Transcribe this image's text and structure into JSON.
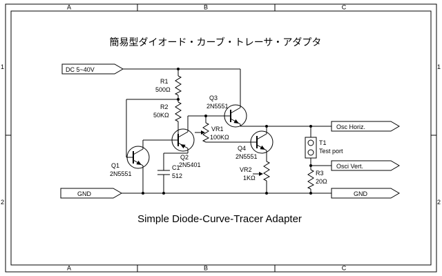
{
  "frame": {
    "columns": [
      "A",
      "B",
      "C"
    ],
    "rows": [
      "1",
      "2"
    ]
  },
  "titles": {
    "japanese": "簡易型ダイオード・カーブ・トレーサ・アダプタ",
    "english": "Simple Diode-Curve-Tracer Adapter"
  },
  "ports": {
    "dc_input": "DC 5~40V",
    "gnd_left": "GND",
    "osc_horiz": "Osc Horiz.",
    "osci_vert": "Osci Vert.",
    "gnd_right": "GND"
  },
  "components": {
    "r1": {
      "ref": "R1",
      "value": "500Ω"
    },
    "r2": {
      "ref": "R2",
      "value": "50KΩ"
    },
    "r3": {
      "ref": "R3",
      "value": "20Ω"
    },
    "vr1": {
      "ref": "VR1",
      "value": "100KΩ"
    },
    "vr2": {
      "ref": "VR2",
      "value": "1KΩ"
    },
    "c1": {
      "ref": "C1",
      "value": "512"
    },
    "q1": {
      "ref": "Q1",
      "part": "2N5551"
    },
    "q2": {
      "ref": "Q2",
      "part": "2N5401"
    },
    "q3": {
      "ref": "Q3",
      "part": "2N5551"
    },
    "q4": {
      "ref": "Q4",
      "part": "2N5551"
    },
    "t1": {
      "ref": "T1",
      "label": "Test port"
    }
  },
  "colors": {
    "line": "#000000",
    "background": "#ffffff"
  }
}
